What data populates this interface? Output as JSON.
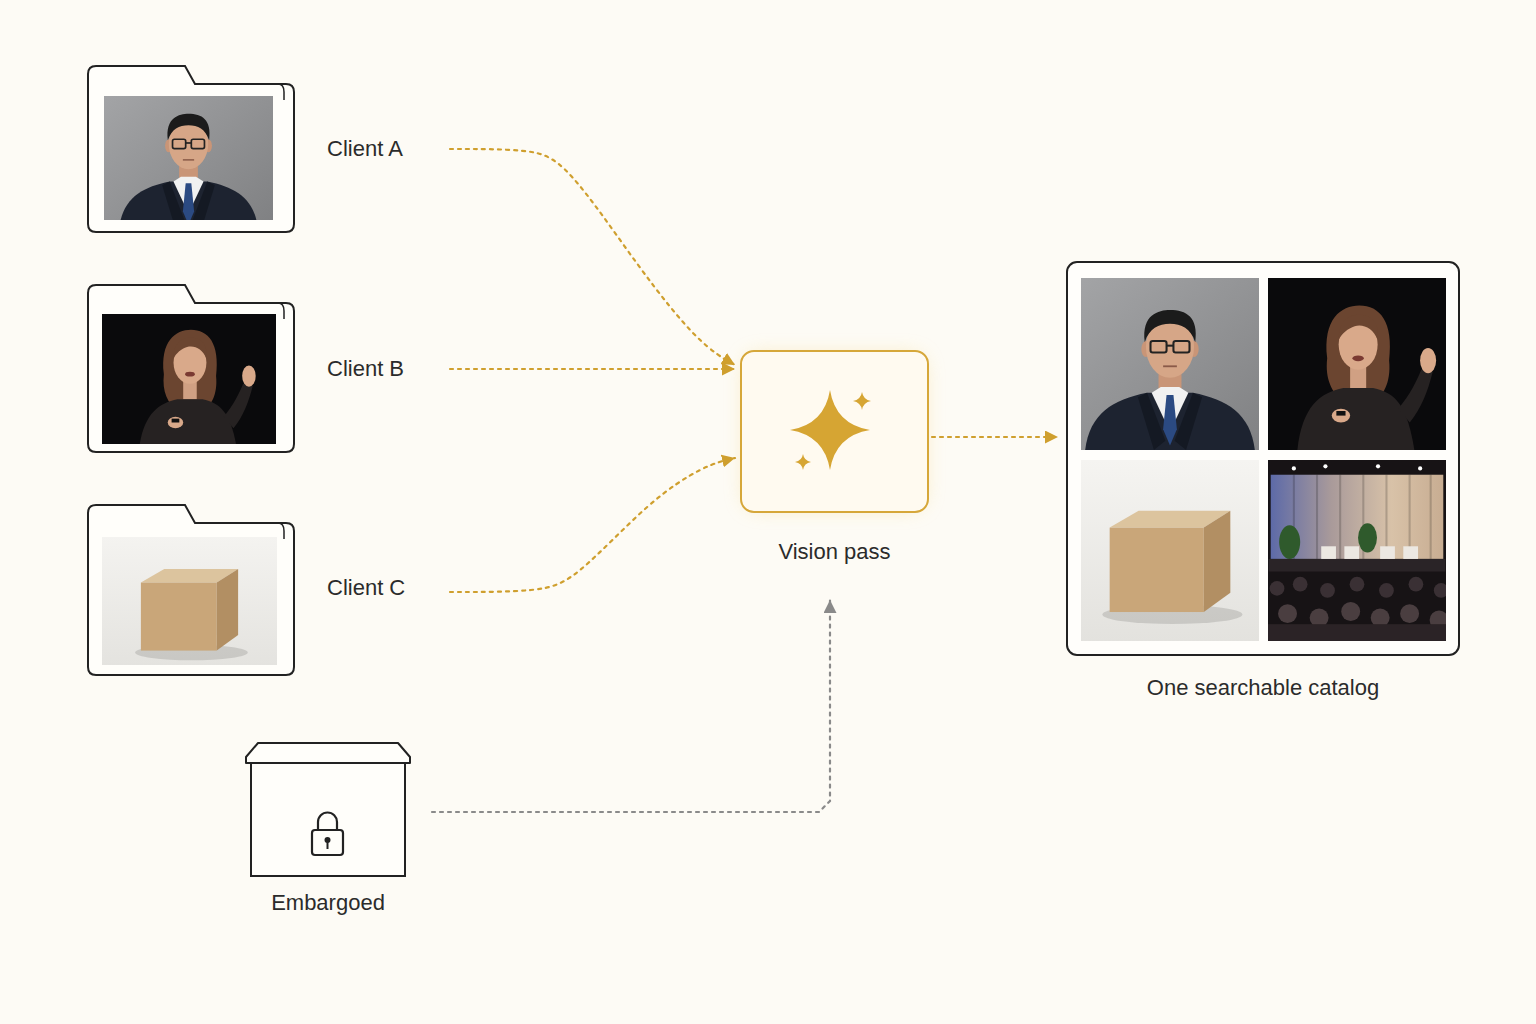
{
  "diagram": {
    "nodes": [
      {
        "text": [
          "Client A"
        ]
      },
      {
        "text": [
          "Client B"
        ]
      },
      {
        "text": [
          "Client C"
        ]
      },
      {
        "text": [
          "Vision pass"
        ]
      },
      {
        "text": [
          "Embargoed"
        ]
      },
      {
        "text": [
          "One searchable catalog"
        ]
      }
    ],
    "edges": [
      {
        "from": 0,
        "to": 3,
        "arrow": "to"
      },
      {
        "from": 1,
        "to": 3,
        "arrow": "to"
      },
      {
        "from": 2,
        "to": 3,
        "arrow": "to"
      },
      {
        "from": 4,
        "to": 3,
        "arrow": "to"
      },
      {
        "from": 3,
        "to": 5,
        "arrow": "to"
      }
    ]
  }
}
